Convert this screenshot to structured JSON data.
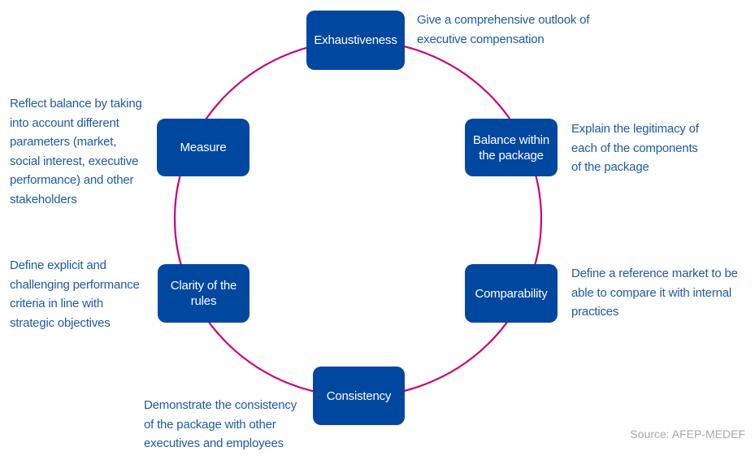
{
  "colors": {
    "box": "#0047A0",
    "ring": "#C8007E",
    "description": "#1F5AA6",
    "source": "#A8A8A8"
  },
  "nodes": [
    {
      "id": "exhaustiveness",
      "label": "Exhaustiveness",
      "description": "Give a comprehensive outlook of\nexecutive compensation"
    },
    {
      "id": "balance",
      "label": "Balance within the package",
      "description": "Explain the legitimacy of\neach of the components\nof the package"
    },
    {
      "id": "comparability",
      "label": "Comparability",
      "description": "Define a reference market to be\nable to compare it with internal\npractices"
    },
    {
      "id": "consistency",
      "label": "Consistency",
      "description": "Demonstrate the consistency\nof the package with other\nexecutives and employees"
    },
    {
      "id": "clarity",
      "label": "Clarity of the rules",
      "description": "Define explicit and\nchallenging performance\ncriteria in line with\nstrategic objectives"
    },
    {
      "id": "measure",
      "label": "Measure",
      "description": "Reflect balance by taking\ninto account different\nparameters (market,\nsocial interest, executive\nperformance) and other\nstakeholders"
    }
  ],
  "source": "Source: AFEP-MEDEF"
}
